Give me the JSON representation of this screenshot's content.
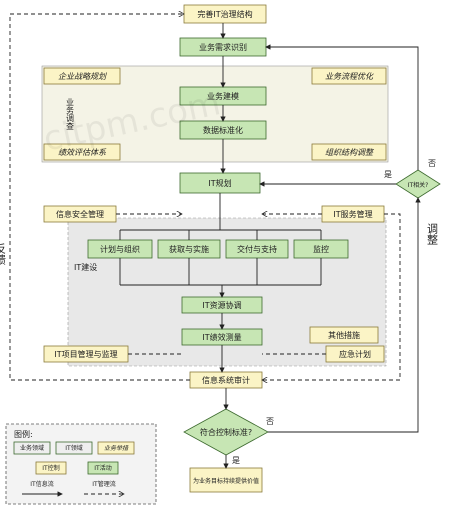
{
  "nodes": {
    "improve_it_structure": "完善IT治理结构",
    "business_needs": "业务需求识别",
    "business_modeling": "业务建模",
    "data_standardization": "数据标准化",
    "enterprise_strategy": "企业战略规划",
    "process_optimization": "业务流程优化",
    "business_survey": "业务调查",
    "performance_system": "绩效评估体系",
    "org_adjustment": "组织结构调整",
    "it_planning": "IT规划",
    "it_related_q": "IT相关?",
    "yes": "是",
    "no": "否",
    "info_security": "信息安全管理",
    "it_service_mgmt": "IT服务管理",
    "it_construction": "IT建设",
    "plan_organize": "计划与组织",
    "acquire_implement": "获取与实施",
    "deliver_support": "交付与支持",
    "monitor": "监控",
    "it_resource_coord": "IT资源协调",
    "it_performance": "IT绩效测量",
    "other_measures": "其他措施",
    "emergency_plan": "应急计划",
    "it_project_mgmt": "IT项目管理与监理",
    "is_audit": "信息系统审计",
    "meets_standard_q": "符合控制标准?",
    "business_value": "为业务目标持续提供价值",
    "feedback": "反馈",
    "adjust": "调整"
  },
  "legend": {
    "title": "图例:",
    "items": [
      "业务领域",
      "IT领域",
      "业务举措",
      "IT控制",
      "IT活动"
    ],
    "solid_line": "IT信息流",
    "dashed_line": "IT管理流"
  },
  "colors": {
    "it_box": "#c7e6b4",
    "business_box": "#fbf4c6",
    "business_area": "#f4f3e6",
    "it_area": "#e8e8e8"
  }
}
